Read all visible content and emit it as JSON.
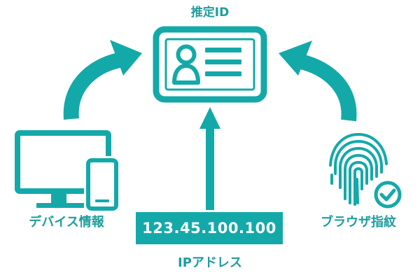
{
  "colors": {
    "accent": "#14a9a9",
    "text": "#1f9d9d",
    "white": "#ffffff"
  },
  "center": {
    "title": "推定ID",
    "icon": "id-card-icon"
  },
  "left": {
    "label": "デバイス情報",
    "icons": [
      "desktop-monitor-icon",
      "smartphone-icon"
    ]
  },
  "right": {
    "label": "ブラウザ指紋",
    "icons": [
      "fingerprint-icon",
      "check-circle-icon"
    ]
  },
  "bottom": {
    "value": "123.45.100.100",
    "label": "IPアドレス"
  }
}
